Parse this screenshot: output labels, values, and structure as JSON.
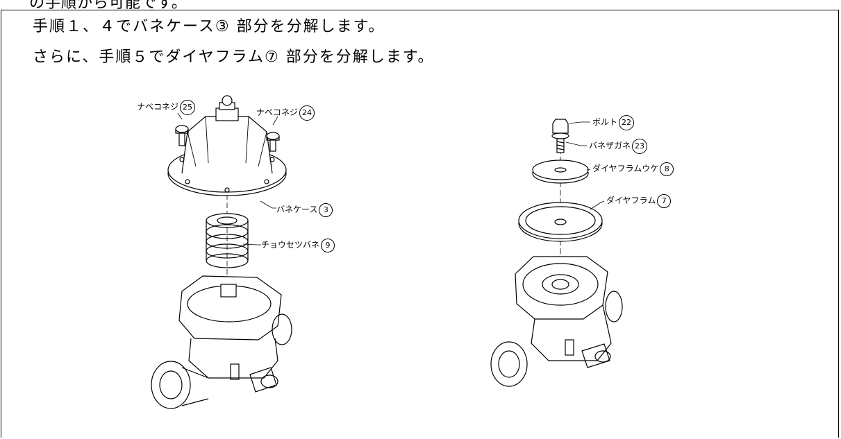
{
  "header_fragment": "の手順から可能です。",
  "instructions": {
    "line1": "手順１、４でバネケース③ 部分を分解します。",
    "line2": "さらに、手順５でダイヤフラム⑦ 部分を分解します。"
  },
  "left_figure": {
    "labels": {
      "screw25": {
        "text": "ナベコネジ",
        "num": "25"
      },
      "screw24": {
        "text": "ナベコネジ",
        "num": "24"
      },
      "spring_case": {
        "text": "バネケース",
        "num": "3"
      },
      "adjust_spring": {
        "text": "チョウセツバネ",
        "num": "9"
      }
    }
  },
  "right_figure": {
    "labels": {
      "bolt": {
        "text": "ボルト",
        "num": "22"
      },
      "spring_washer": {
        "text": "バネザガネ",
        "num": "23"
      },
      "diaphragm_holder": {
        "text": "ダイヤフラムウケ",
        "num": "8"
      },
      "diaphragm": {
        "text": "ダイヤフラム",
        "num": "7"
      }
    }
  }
}
